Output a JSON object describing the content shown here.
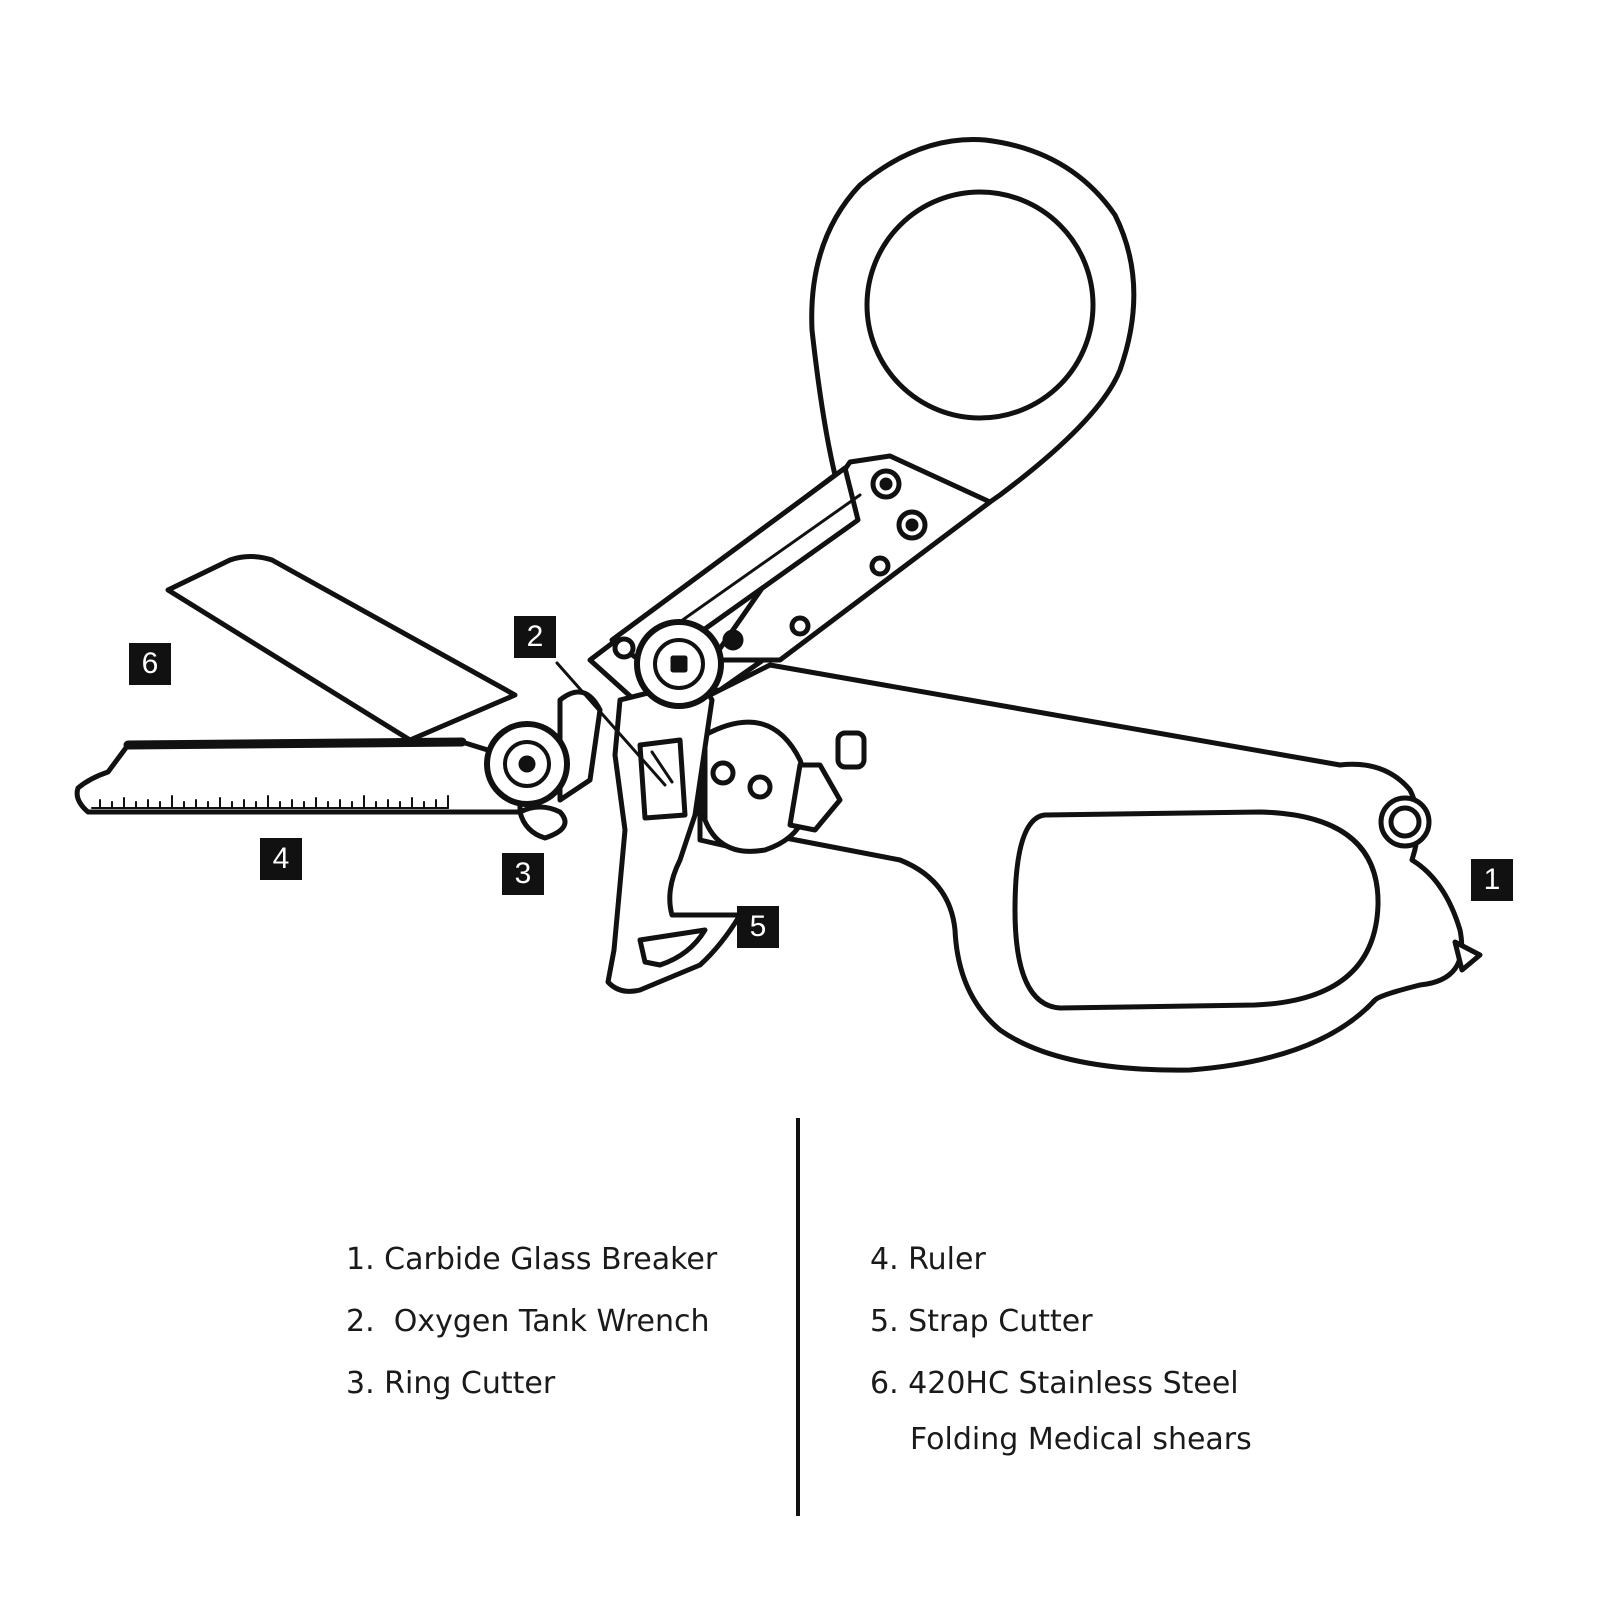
{
  "callouts": {
    "c1": "1",
    "c2": "2",
    "c3": "3",
    "c4": "4",
    "c5": "5",
    "c6": "6"
  },
  "legend": {
    "left": [
      "1. Carbide Glass Breaker",
      "2.  Oxygen Tank Wrench",
      "3. Ring Cutter"
    ],
    "right": [
      "4. Ruler",
      "5. Strap Cutter",
      "6. 420HC Stainless Steel"
    ],
    "right_continuation": "Folding Medical shears"
  },
  "colors": {
    "line": "#111111",
    "background": "#ffffff"
  }
}
